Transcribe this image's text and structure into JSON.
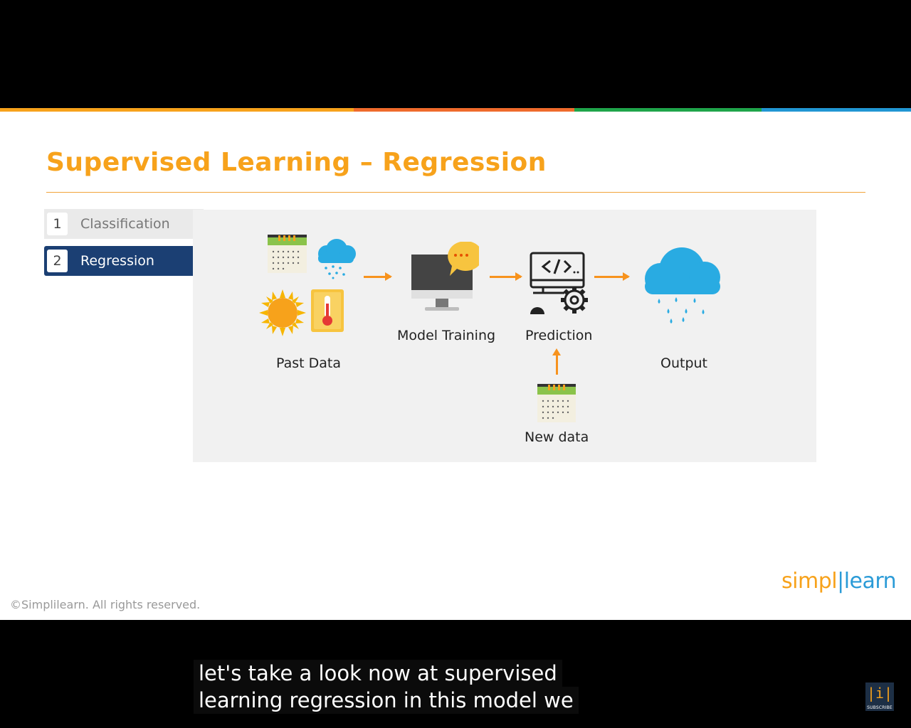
{
  "colors": {
    "orange": "#F7A21B",
    "navy": "#1B3F73",
    "blue": "#2B9BD7",
    "arrow": "#F7931E"
  },
  "slide": {
    "title": "Supervised Learning – Regression",
    "tabs": [
      {
        "number": "1",
        "label": "Classification",
        "active": false
      },
      {
        "number": "2",
        "label": "Regression",
        "active": true
      }
    ],
    "diagram": {
      "past_data_label": "Past Data",
      "model_training_label": "Model Training",
      "prediction_label": "Prediction",
      "output_label": "Output",
      "new_data_label": "New data",
      "icons": [
        "calendar-icon",
        "rain-cloud-icon",
        "sun-icon",
        "thermometer-icon",
        "monitor-chat-icon",
        "code-computer-gear-icon",
        "rain-cloud-icon",
        "calendar-icon"
      ]
    },
    "copyright": "©Simplilearn. All rights reserved.",
    "brand": {
      "part1": "simpl",
      "part2": "learn"
    }
  },
  "caption": {
    "line1": "let's take a look now at supervised",
    "line2": "learning regression in this model we"
  },
  "subscribe_label": "SUBSCRIBE"
}
